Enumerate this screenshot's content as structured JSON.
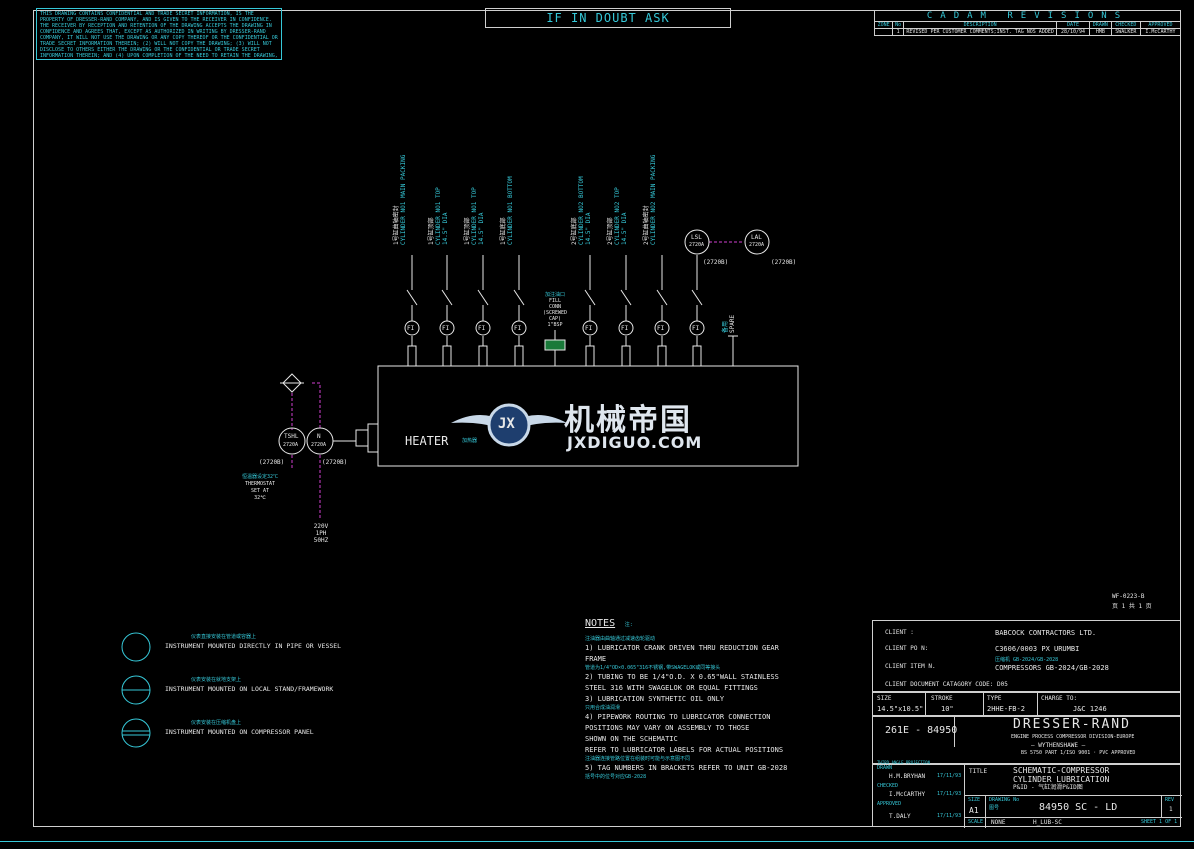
{
  "disclaimer": "THIS DRAWING CONTAINS CONFIDENTIAL AND TRADE SECRET INFORMATION, IS THE PROPERTY OF DRESSER-RAND COMPANY, AND IS GIVEN TO THE RECEIVER IN CONFIDENCE. THE RECEIVER BY RECEPTION AND RETENTION OF THE DRAWING ACCEPTS THE DRAWING IN CONFIDENCE AND AGREES THAT, EXCEPT AS AUTHORIZED IN WRITING BY DRESSER-RAND COMPANY, IT WILL NOT USE THE DRAWING OR ANY COPY THEREOF OR THE CONFIDENTIAL OR TRADE SECRET INFORMATION THEREIN; (2) WILL NOT COPY THE DRAWING; (3) WILL NOT DISCLOSE TO OTHERS EITHER THE DRAWING OR THE CONFIDENTIAL OR TRADE SECRET INFORMATION THEREIN; AND (4) UPON COMPLETION OF THE NEED TO RETAIN THE DRAWING, OR UPON DEMAND, RETURN THE DRAWING, ALL COPIES THEREOF IN ANY FORM.",
  "banner": "IF IN DOUBT ASK",
  "revisions": {
    "title": "CADAM REVISIONS",
    "headers": [
      "ZONE",
      "No",
      "DESCRIPTION",
      "DATE",
      "DRAWN",
      "CHECKED",
      "APPROVED"
    ],
    "row": [
      "",
      "1",
      "REVISED PER CUSTOMER COMMENTS;INST. TAG NOS ADDED",
      "28/10/94",
      "HMB",
      "SWALKER",
      "I.McCARTHY"
    ]
  },
  "diagram": {
    "lines": [
      {
        "cn": "1号缸曲轴密封",
        "en": "CYLINDER NO1 MAIN PACKING",
        "tag": "FI"
      },
      {
        "cn": "1号缸顶部",
        "en": "CYLINDER NO1 TOP",
        "dia": "14.5\" DIA",
        "tag": "FI"
      },
      {
        "cn": "1号缸顶部",
        "en": "CYLINDER NO1 TOP",
        "dia": "14.5\" DIA",
        "tag": "FI"
      },
      {
        "cn": "1号缸底部",
        "en": "CYLINDER NO1 BOTTOM",
        "tag": "FI"
      },
      {
        "cn": "2号缸底部",
        "en": "CYLINDER NO2 BOTTOM",
        "dia": "14.5\" DIA",
        "tag": "FI"
      },
      {
        "cn": "2号缸顶部",
        "en": "CYLINDER NO2 TOP",
        "dia": "14.5\" DIA",
        "tag": "FI"
      },
      {
        "cn": "2号缸曲轴密封",
        "en": "CYLINDER NO2 MAIN PACKING",
        "tag": "FI"
      },
      {
        "tag": "FI"
      }
    ],
    "fill_cn": "加注油口",
    "fill_lines": [
      "FILL",
      "CONN",
      "(SCREWED",
      "CAP)",
      "1\"BSP"
    ],
    "spare_cn": "备用",
    "spare": "SPARE",
    "lsl": {
      "tag": "LSL",
      "num": "2720A",
      "ref": "(2720B)"
    },
    "lal": {
      "tag": "LAL",
      "num": "2720A",
      "ref": "(2720B)"
    },
    "tshl": {
      "tag": "TSHL",
      "num": "2720A",
      "ref": "(2720B)"
    },
    "n": {
      "tag": "N",
      "num": "2720A",
      "ref": "(2720B)"
    },
    "heater": "HEATER",
    "heater_cn": "加热器",
    "thermostat_cn": "恒温器设定32℃",
    "thermostat": [
      "THERMOSTAT",
      "SET AT",
      "32℃"
    ],
    "power": [
      "220V",
      "1PH",
      "50HZ"
    ],
    "logo_cn": "机械帝国",
    "logo_en": "JXDIGUO.COM",
    "logo_mark": "JX"
  },
  "legend": [
    {
      "cn": "仪表直接安装在管道或容器上",
      "en": "INSTRUMENT MOUNTED DIRECTLY IN PIPE OR VESSEL"
    },
    {
      "cn": "仪表安装在就地支架上",
      "en": "INSTRUMENT MOUNTED ON LOCAL STAND/FRAMEWORK"
    },
    {
      "cn": "仪表安装在压缩机盘上",
      "en": "INSTRUMENT MOUNTED ON COMPRESSOR PANEL"
    }
  ],
  "notes": {
    "title": "NOTES",
    "title_cn": "注:",
    "items": [
      {
        "cn": "注油器由曲轴通过减速齿轮驱动",
        "en": [
          "1) LUBRICATOR CRANK DRIVEN THRU REDUCTION GEAR",
          "FRAME"
        ]
      },
      {
        "cn": "管道为1/4\"OD×0.065\"316不锈钢,带SWAGELOK或同等接头",
        "en": [
          "2) TUBING TO BE 1/4\"O.D. X 0.65\"WALL STAINLESS",
          "STEEL 316 WITH SWAGELOK OR EQUAL FITTINGS"
        ]
      },
      {
        "cn": "只用合成油润滑",
        "en": [
          "3) LUBRICATION SYNTHETIC OIL ONLY"
        ]
      },
      {
        "cn": "注油器连接管路位置在组装时可能与示意图不同",
        "en": [
          "4) PIPEWORK ROUTING TO LUBRICATOR CONNECTION",
          "POSITIONS MAY VARY ON ASSEMBLY TO THOSE",
          "SHOWN ON THE SCHEMATIC",
          "REFER TO LUBRICATOR LABELS FOR ACTUAL POSITIONS"
        ]
      },
      {
        "cn": "括号中的位号对应GB-2028",
        "en": [
          "5) TAG NUMBERS IN BRACKETS REFER TO UNIT GB-2028"
        ]
      }
    ]
  },
  "titleblock": {
    "ref_top": "WF-0223-B",
    "ref_top2": "页 1 共 1 页",
    "client_label": "CLIENT :",
    "client_value": "BABCOCK CONTRACTORS LTD.",
    "po_label": "CLIENT PO N:",
    "po_value": "C3606/0003 PX URUMBI",
    "item_label": "CLIENT ITEM N.",
    "item_value": "COMPRESSORS GB-2024/GB-2028",
    "item_cn": "压缩机 GB-2024/GB-2028",
    "doc_label": "CLIENT DOCUMENT CATAGORY CODE: D05",
    "size_label": "SIZE",
    "size_value": "14.5\"x10.5\"",
    "stroke_label": "STROKE",
    "stroke_value": "10\"",
    "type_label": "TYPE",
    "type_value": "2HHE-FB-2",
    "charge_label": "CHARGE TO:",
    "charge_value": "J&C 1246",
    "job": "261E - 84950",
    "company": "DRESSER-RAND",
    "company_lines": [
      "ENGINE PROCESS COMPRESSOR DIVISION-EUROPE",
      "— WYTHENSHAWE —",
      "BS 5750 PART 1/ISO 9001 · PVC APPROVED"
    ],
    "drawn_label": "DRAWN",
    "drawn_value": "H.M.BRYHAN",
    "drawn_date": "17/11/93",
    "checked_label": "CHECKED",
    "checked_value": "I.McCARTHY",
    "checked_date": "17/11/93",
    "approved_label": "APPROVED",
    "approved_value": "T.DALY",
    "approved_date": "17/11/93",
    "third_angle": "THIRD ANGLE PROJECTION",
    "title_label": "TITLE",
    "title_lines": [
      "SCHEMATIC-COMPRESSOR",
      "CYLINDER LUBRICATION",
      "P&ID - 气缸润滑P&ID图"
    ],
    "size2_label": "SIZE",
    "size2_value": "A1",
    "drawing_no_label": "DRAWING No",
    "drawing_no_cn": "图号",
    "drawing_no": "84950 SC - LD",
    "rev_label": "REV",
    "rev_value": "1",
    "scale_label": "SCALE",
    "scale_value": "NONE",
    "file": "H_LUB-SC",
    "sheet": "SHEET 1 OF 1"
  }
}
